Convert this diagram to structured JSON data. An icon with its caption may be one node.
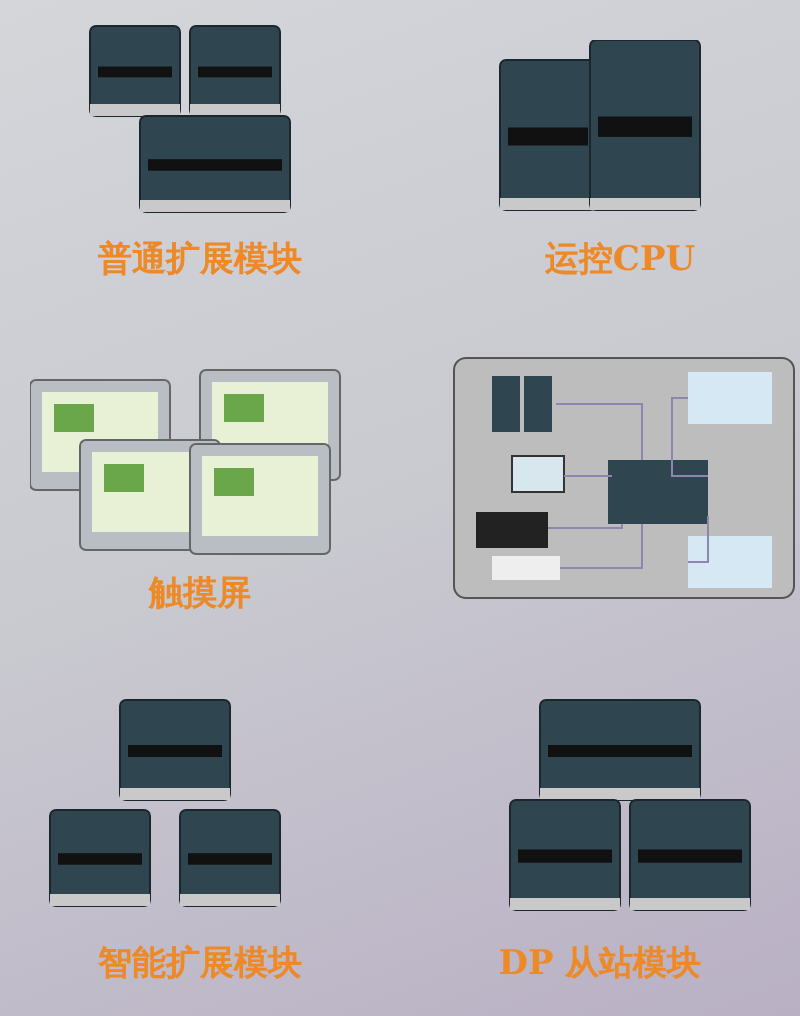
{
  "diagram": {
    "labels": [
      "普通扩展模块",
      "运控CPU",
      "触摸屏",
      "智能扩展模块",
      "DP 从站模块"
    ]
  }
}
